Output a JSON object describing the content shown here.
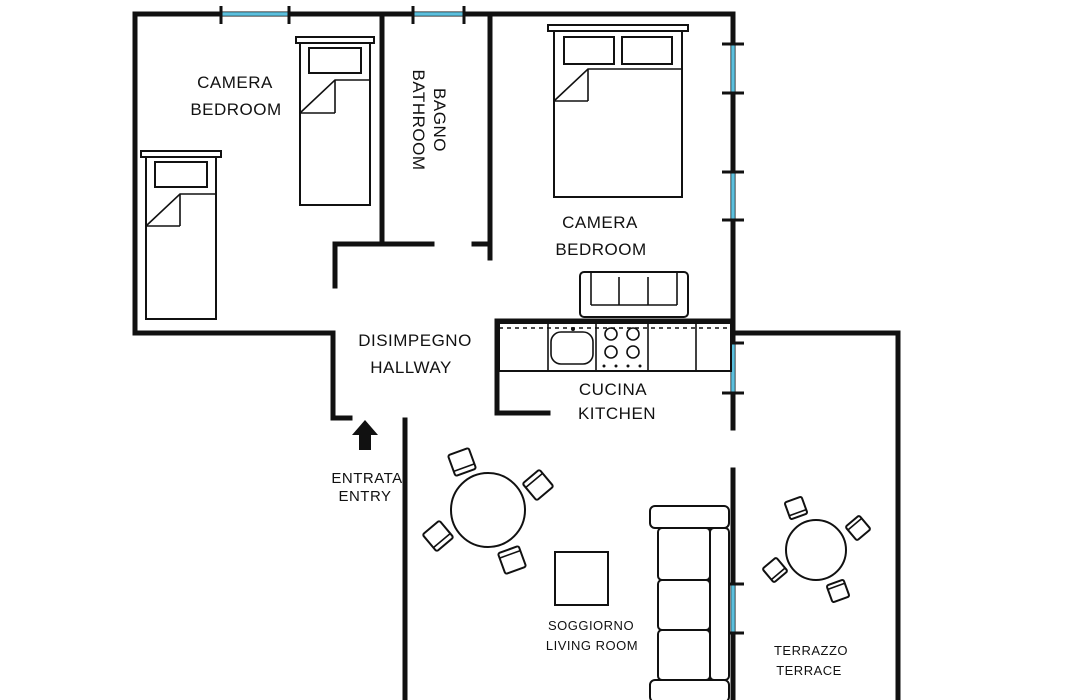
{
  "rooms": {
    "bedroom_left": {
      "it": "CAMERA",
      "en": "BEDROOM"
    },
    "bathroom": {
      "it": "BAGNO",
      "en": "BATHROOM"
    },
    "bedroom_right": {
      "it": "CAMERA",
      "en": "BEDROOM"
    },
    "hallway": {
      "it": "DISIMPEGNO",
      "en": "HALLWAY"
    },
    "kitchen": {
      "it": "CUCINA",
      "en": "KITCHEN"
    },
    "entry": {
      "it": "ENTRATA",
      "en": "ENTRY"
    },
    "living_room": {
      "it": "SOGGIORNO",
      "en": "LIVING ROOM"
    },
    "terrace": {
      "it": "TERRAZZO",
      "en": "TERRACE"
    }
  },
  "colors": {
    "wall": "#111111",
    "window": "#5bc0de",
    "background": "#ffffff"
  }
}
